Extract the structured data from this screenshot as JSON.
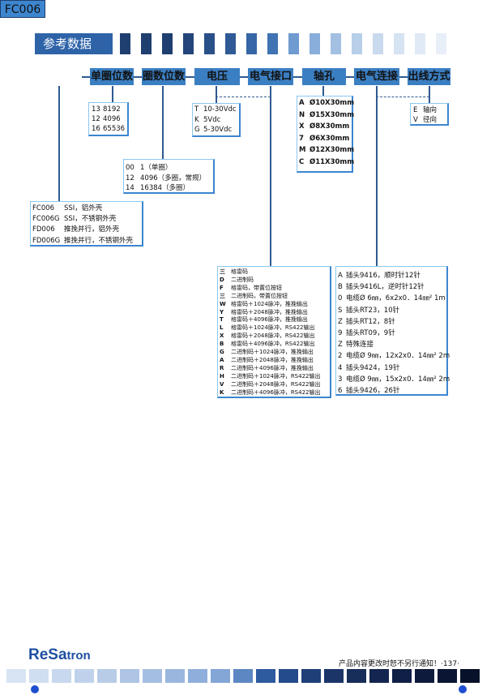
{
  "header": {
    "title": "参考数据"
  },
  "codes": {
    "fc": "FC006",
    "single": "单圈位数",
    "multi": "圈数位数",
    "voltage": "电压",
    "connector": "电气接口",
    "shaft": "轴孔",
    "connection": "电气连接",
    "outlet": "出线方式"
  },
  "single_bits": [
    {
      "code": "13",
      "value": "8192"
    },
    {
      "code": "12",
      "value": "4096"
    },
    {
      "code": "16",
      "value": "65536"
    }
  ],
  "voltage_options": [
    {
      "code": "T",
      "value": "10-30Vdc"
    },
    {
      "code": "K",
      "value": "5Vdc"
    },
    {
      "code": "G",
      "value": "5-30Vdc"
    }
  ],
  "shaft_options": [
    {
      "code": "A",
      "value": "Ø10X30mm"
    },
    {
      "code": "N",
      "value": "Ø15X30mm"
    },
    {
      "code": "X",
      "value": "Ø8X30mm"
    },
    {
      "code": "7",
      "value": "Ø6X30mm"
    },
    {
      "code": "M",
      "value": "Ø12X30mm"
    },
    {
      "code": "C",
      "value": "Ø11X30mm"
    }
  ],
  "outlet_options": [
    {
      "code": "E",
      "value": "轴向"
    },
    {
      "code": "V",
      "value": "径向"
    }
  ],
  "multi_bits": [
    {
      "code": "00",
      "value": "1（单圈）"
    },
    {
      "code": "12",
      "value": "4096（多圈，常规）"
    },
    {
      "code": "14",
      "value": "16384（多圈）"
    }
  ],
  "models": [
    {
      "code": "FC006",
      "value": "SSI，铝外壳"
    },
    {
      "code": "FC006G",
      "value": "SSI，不锈钢外壳"
    },
    {
      "code": "FD006",
      "value": "推挽并行，铝外壳"
    },
    {
      "code": "FD006G",
      "value": "推挽并行，不锈钢外壳"
    }
  ],
  "interfaces": [
    {
      "code": "三",
      "value": "格雷码"
    },
    {
      "code": "D",
      "value": "二进制码"
    },
    {
      "code": "F",
      "value": "格雷码，带置位按钮"
    },
    {
      "code": "三",
      "value": "二进制码，带置位按钮"
    },
    {
      "code": "W",
      "value": "格雷码＋1024脉冲，推挽输出"
    },
    {
      "code": "Y",
      "value": "格雷码＋2048脉冲，推挽输出"
    },
    {
      "code": "T",
      "value": "格雷码＋4096脉冲，推挽输出"
    },
    {
      "code": "L",
      "value": "格雷码＋1024脉冲，RS422输出"
    },
    {
      "code": "X",
      "value": "格雷码＋2048脉冲，RS422输出"
    },
    {
      "code": "B",
      "value": "格雷码＋4096脉冲，RS422输出"
    },
    {
      "code": "G",
      "value": "二进制码＋1024脉冲，推挽输出"
    },
    {
      "code": "A",
      "value": "二进制码＋2048脉冲，推挽输出"
    },
    {
      "code": "R",
      "value": "二进制码＋4096脉冲，推挽输出"
    },
    {
      "code": "H",
      "value": "二进制码＋1024脉冲，RS422输出"
    },
    {
      "code": "V",
      "value": "二进制码＋2048脉冲，RS422输出"
    },
    {
      "code": "K",
      "value": "二进制码＋4096脉冲，RS422输出"
    }
  ],
  "connections": [
    {
      "code": "A",
      "value": "插头9416，顺时针12针"
    },
    {
      "code": "B",
      "value": "插头9416L，逆时针12针"
    },
    {
      "code": "0",
      "value": "电缆Ø 6㎜，6x2x0．14㎜² 1m"
    },
    {
      "code": "S",
      "value": "插头RT23，10针"
    },
    {
      "code": "Z",
      "value": "插头RT12，8针"
    },
    {
      "code": "9",
      "value": "插头RT09，9针"
    },
    {
      "code": "Z",
      "value": "特殊连接"
    },
    {
      "code": "2",
      "value": "电缆Ø 9㎜，12x2x0．14㎜² 2m"
    },
    {
      "code": "4",
      "value": "插头9424，19针"
    },
    {
      "code": "3",
      "value": "电缆Ø 9㎜，15x2x0．14㎜² 2m"
    },
    {
      "code": "6",
      "value": "插头9426，26针"
    }
  ],
  "footer": {
    "logo_main": "ReSa",
    "logo_tail": "tron",
    "note": "产品内容更改时恕不另行通知！·137·"
  },
  "colors": {
    "primary": "#2e63a8",
    "box": "#3b7fc3",
    "line": "#2f5a90",
    "light": "#8cc8f0"
  }
}
